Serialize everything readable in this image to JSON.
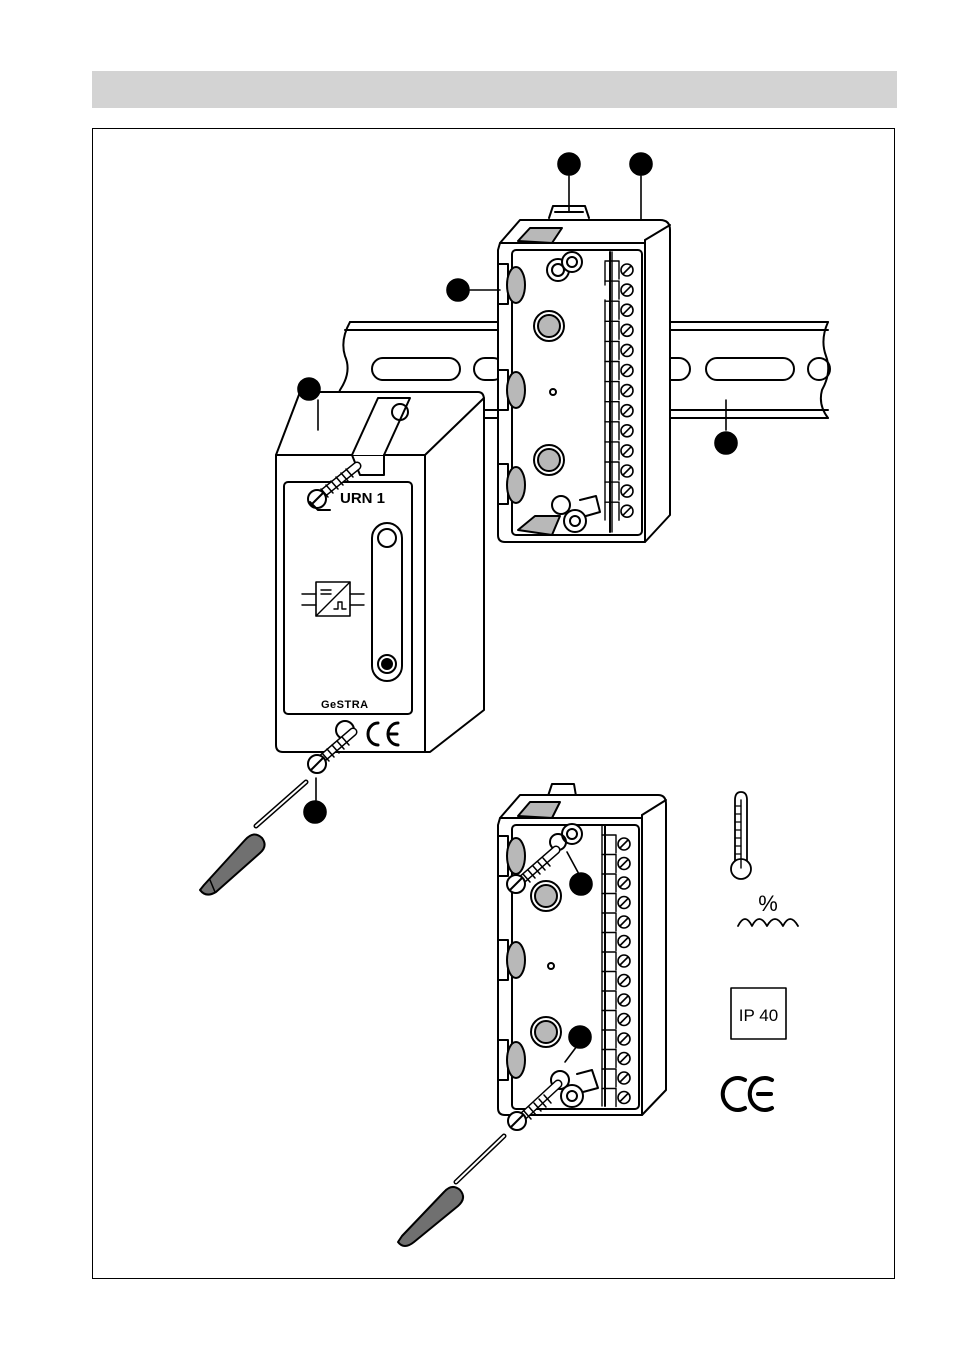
{
  "device": {
    "model_label": "URN 1",
    "brand_label": "GeSTRA",
    "ce_mark": "CE"
  },
  "symbols": {
    "humidity_label": "%",
    "protection_rating": "IP 40",
    "ce_mark": "CE",
    "thermometer_icon": "thermometer-icon",
    "humidity_icon": "humidity-icon"
  },
  "colors": {
    "header_bar": "#d3d3d3",
    "line": "#000000",
    "tab_gray": "#b8b8b8",
    "handle_gray": "#707070"
  }
}
